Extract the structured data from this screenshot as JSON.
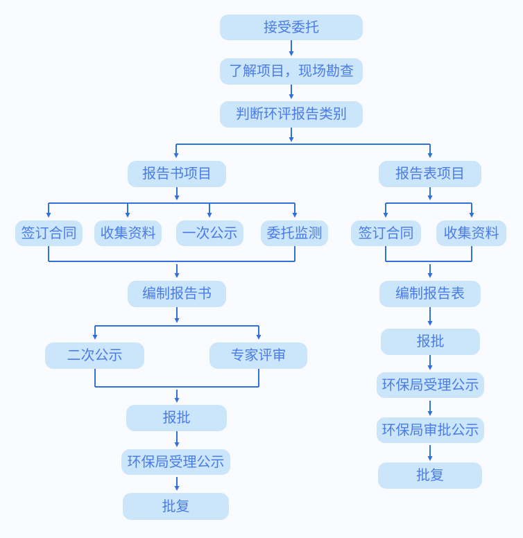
{
  "colors": {
    "background": "#fafbff",
    "node_fill": "#cbe5fb",
    "node_text": "#4a7ce8",
    "connector": "#3070dc"
  },
  "flowchart": {
    "main": {
      "accept": "接受委托",
      "survey": "了解项目，现场勘查",
      "judge": "判断环评报告类别"
    },
    "report_book_branch": {
      "title": "报告书项目",
      "sign_contract": "签订合同",
      "collect_materials": "收集资料",
      "first_publicity": "一次公示",
      "entrust_monitoring": "委托监测",
      "compile_report": "编制报告书",
      "second_publicity": "二次公示",
      "expert_review": "专家评审",
      "submit_approval": "报批",
      "epa_acceptance_publicity": "环保局受理公示",
      "final_approval": "批复"
    },
    "report_form_branch": {
      "title": "报告表项目",
      "sign_contract": "签订合同",
      "collect_materials": "收集资料",
      "compile_report": "编制报告表",
      "submit_approval": "报批",
      "epa_acceptance_publicity": "环保局受理公示",
      "epa_approval_publicity": "环保局审批公示",
      "final_approval": "批复"
    }
  }
}
